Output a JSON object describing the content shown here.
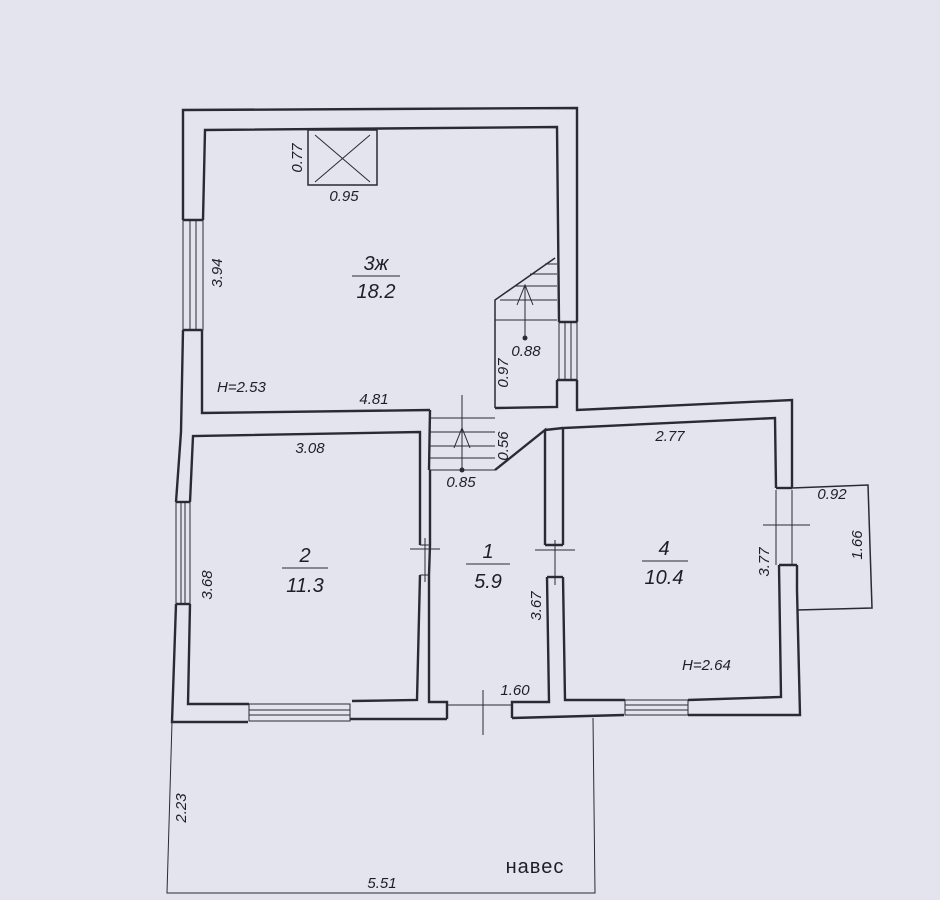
{
  "rooms": [
    {
      "number": "3ж",
      "area": "18.2",
      "height": "H=2.53"
    },
    {
      "number": "2",
      "area": "11.3"
    },
    {
      "number": "1",
      "area": "5.9"
    },
    {
      "number": "4",
      "area": "10.4",
      "height": "H=2.64"
    }
  ],
  "dimensions": {
    "shaft_h": "0.77",
    "shaft_w": "0.95",
    "r3_h": "3.94",
    "r3_w": "4.81",
    "stair_upper_w": "0.88",
    "stair_upper_h": "0.97",
    "stair_lower_h": "0.56",
    "stair_lower_w": "0.85",
    "r2_w": "3.08",
    "r2_h": "3.68",
    "r1_h": "3.67",
    "r1_w": "1.60",
    "r4_w": "2.77",
    "r4_h": "3.77",
    "porch_w": "0.92",
    "porch_h": "1.66",
    "canopy_h": "2.23",
    "canopy_w": "5.51"
  },
  "canopy_label": "навес",
  "colors": {
    "paper": "#e4e4ee",
    "ink": "#2a2a33"
  }
}
